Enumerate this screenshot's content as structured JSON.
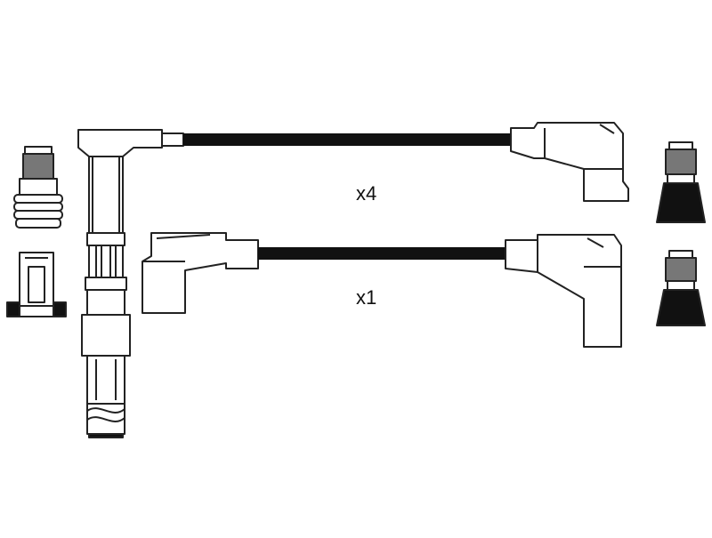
{
  "diagram": {
    "labels": {
      "top_quantity": "x4",
      "bottom_quantity": "x1"
    },
    "colors": {
      "line": "#222222",
      "cable": "#111111",
      "fill_dark": "#111111",
      "fill_mid": "#666666",
      "fill_light": "#bbbbbb",
      "background": "#ffffff"
    },
    "parts": [
      "spark-plug-lead-long",
      "spark-plug-lead-short",
      "coil-plug-straight",
      "connector-terminal-boot",
      "connector-terminal-base",
      "plug-terminal-dark-top",
      "plug-terminal-dark-bottom"
    ]
  }
}
